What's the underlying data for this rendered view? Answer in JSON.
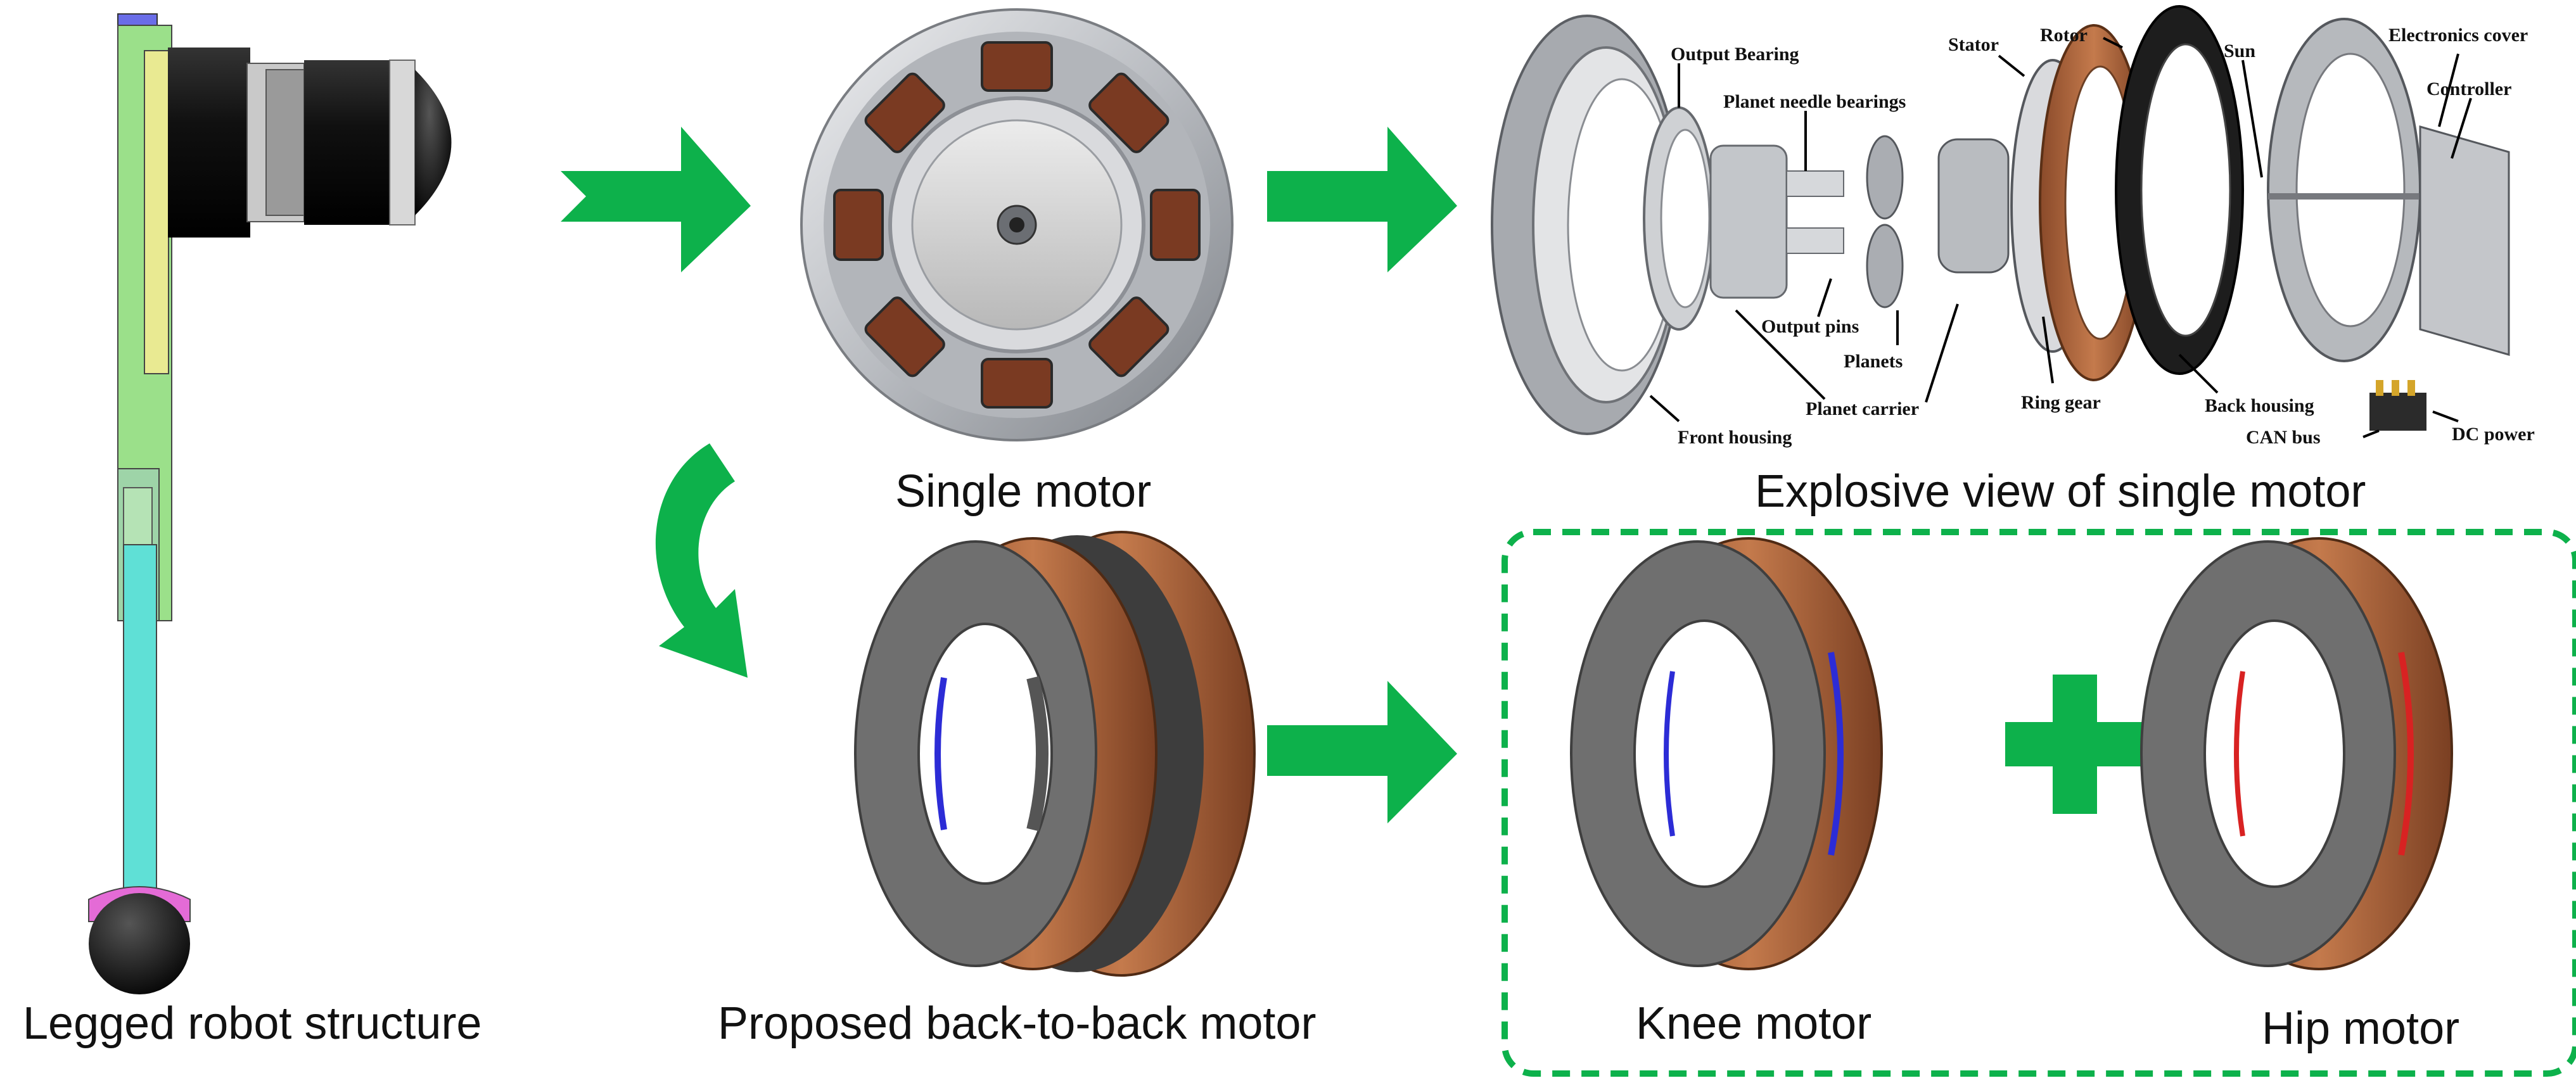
{
  "captions": {
    "legged_robot": "Legged robot structure",
    "single_motor": "Single motor",
    "explosive_view": "Explosive view of single motor",
    "proposed_motor": "Proposed back-to-back motor",
    "knee_motor": "Knee motor",
    "hip_motor": "Hip motor"
  },
  "parts": {
    "output_bearing": "Output Bearing",
    "planet_needle_bearings": "Planet needle bearings",
    "stator": "Stator",
    "rotor": "Rotor",
    "sun": "Sun",
    "electronics_cover": "Electronics cover",
    "controller": "Controller",
    "output_pins": "Output pins",
    "planets": "Planets",
    "planet_carrier": "Planet carrier",
    "ring_gear": "Ring gear",
    "back_housing": "Back housing",
    "can_bus": "CAN bus",
    "dc_power": "DC power",
    "front_housing": "Front housing"
  },
  "colors": {
    "arrow_green": "#0db14b",
    "copper": "#b5683e",
    "gray_ring": "#6f6f6f",
    "aluminum": "#c9cbcf"
  },
  "icons": {
    "flow_arrow": "block-arrow-right",
    "curved_arrow": "curved-arrow-down",
    "plus": "plus-sign"
  }
}
